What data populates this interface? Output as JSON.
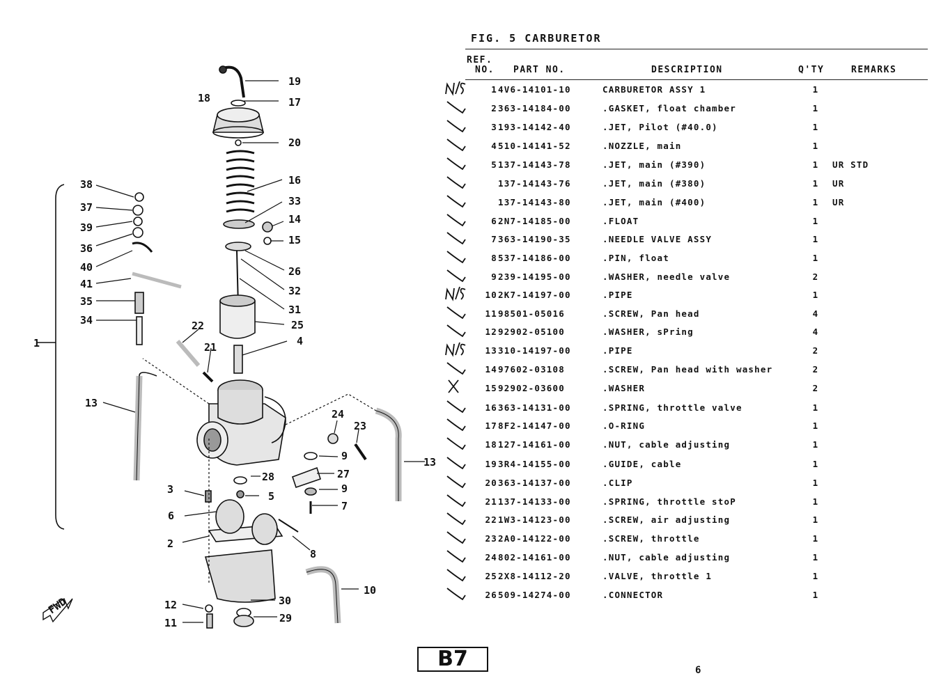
{
  "figure": {
    "title": "FIG. 5 CARBURETOR"
  },
  "header": {
    "ref_line1": "REF.",
    "ref_line2": "NO.",
    "part_no": "PART NO.",
    "description": "DESCRIPTION",
    "qty": "Q'TY",
    "remarks": "REMARKS"
  },
  "parts": [
    {
      "ref": "1",
      "part_no": "4V6-14101-10",
      "description": "CARBURETOR ASSY 1",
      "qty": "1",
      "remarks": "",
      "mark": "N/S"
    },
    {
      "ref": "2",
      "part_no": "363-14184-00",
      "description": ".GASKET, float chamber",
      "qty": "1",
      "remarks": "",
      "mark": "check"
    },
    {
      "ref": "3",
      "part_no": "193-14142-40",
      "description": ".JET, Pilot (#40.0)",
      "qty": "1",
      "remarks": "",
      "mark": "check"
    },
    {
      "ref": "4",
      "part_no": "510-14141-52",
      "description": ".NOZZLE, main",
      "qty": "1",
      "remarks": "",
      "mark": "check"
    },
    {
      "ref": "5",
      "part_no": "137-14143-78",
      "description": ".JET, main (#390)",
      "qty": "1",
      "remarks": "UR STD",
      "mark": "check"
    },
    {
      "ref": "",
      "part_no": "137-14143-76",
      "description": ".JET, main (#380)",
      "qty": "1",
      "remarks": "UR",
      "mark": "check"
    },
    {
      "ref": "",
      "part_no": "137-14143-80",
      "description": ".JET, main (#400)",
      "qty": "1",
      "remarks": "UR",
      "mark": "check"
    },
    {
      "ref": "6",
      "part_no": "2N7-14185-00",
      "description": ".FLOAT",
      "qty": "1",
      "remarks": "",
      "mark": "check"
    },
    {
      "ref": "7",
      "part_no": "363-14190-35",
      "description": ".NEEDLE VALVE ASSY",
      "qty": "1",
      "remarks": "",
      "mark": "check"
    },
    {
      "ref": "8",
      "part_no": "537-14186-00",
      "description": ".PIN, float",
      "qty": "1",
      "remarks": "",
      "mark": "check"
    },
    {
      "ref": "9",
      "part_no": "239-14195-00",
      "description": ".WASHER, needle valve",
      "qty": "2",
      "remarks": "",
      "mark": "check"
    },
    {
      "ref": "10",
      "part_no": "2K7-14197-00",
      "description": ".PIPE",
      "qty": "1",
      "remarks": "",
      "mark": "N/S"
    },
    {
      "ref": "11",
      "part_no": "98501-05016",
      "description": ".SCREW, Pan head",
      "qty": "4",
      "remarks": "",
      "mark": "check"
    },
    {
      "ref": "12",
      "part_no": "92902-05100",
      "description": ".WASHER, sPring",
      "qty": "4",
      "remarks": "",
      "mark": "check"
    },
    {
      "ref": "13",
      "part_no": "310-14197-00",
      "description": ".PIPE",
      "qty": "2",
      "remarks": "",
      "mark": "N/S"
    },
    {
      "ref": "14",
      "part_no": "97602-03108",
      "description": ".SCREW, Pan head with washer",
      "qty": "2",
      "remarks": "",
      "mark": "check"
    },
    {
      "ref": "15",
      "part_no": "92902-03600",
      "description": ".WASHER",
      "qty": "2",
      "remarks": "",
      "mark": "x"
    },
    {
      "ref": "16",
      "part_no": "363-14131-00",
      "description": ".SPRING, throttle valve",
      "qty": "1",
      "remarks": "",
      "mark": "check"
    },
    {
      "ref": "17",
      "part_no": "8F2-14147-00",
      "description": ".O-RING",
      "qty": "1",
      "remarks": "",
      "mark": "check"
    },
    {
      "ref": "18",
      "part_no": "127-14161-00",
      "description": ".NUT, cable adjusting",
      "qty": "1",
      "remarks": "",
      "mark": "check"
    },
    {
      "ref": "19",
      "part_no": "3R4-14155-00",
      "description": ".GUIDE, cable",
      "qty": "1",
      "remarks": "",
      "mark": "check"
    },
    {
      "ref": "20",
      "part_no": "363-14137-00",
      "description": ".CLIP",
      "qty": "1",
      "remarks": "",
      "mark": "check"
    },
    {
      "ref": "21",
      "part_no": "137-14133-00",
      "description": ".SPRING, throttle stoP",
      "qty": "1",
      "remarks": "",
      "mark": "check"
    },
    {
      "ref": "22",
      "part_no": "1W3-14123-00",
      "description": ".SCREW, air adjusting",
      "qty": "1",
      "remarks": "",
      "mark": "check"
    },
    {
      "ref": "23",
      "part_no": "2A0-14122-00",
      "description": ".SCREW, throttle",
      "qty": "1",
      "remarks": "",
      "mark": "check"
    },
    {
      "ref": "24",
      "part_no": "802-14161-00",
      "description": ".NUT, cable adjusting",
      "qty": "1",
      "remarks": "",
      "mark": "check"
    },
    {
      "ref": "25",
      "part_no": "2X8-14112-20",
      "description": ".VALVE, throttle 1",
      "qty": "1",
      "remarks": "",
      "mark": "check"
    },
    {
      "ref": "26",
      "part_no": "509-14274-00",
      "description": ".CONNECTOR",
      "qty": "1",
      "remarks": "",
      "mark": "check"
    }
  ],
  "diagram": {
    "callouts": [
      "1",
      "2",
      "3",
      "4",
      "5",
      "6",
      "7",
      "8",
      "9",
      "9",
      "10",
      "11",
      "12",
      "13",
      "13",
      "14",
      "15",
      "16",
      "17",
      "18",
      "19",
      "20",
      "21",
      "22",
      "23",
      "24",
      "25",
      "26",
      "27",
      "28",
      "29",
      "30",
      "31",
      "32",
      "33",
      "34",
      "35",
      "36",
      "37",
      "38",
      "39",
      "40",
      "41"
    ],
    "fwd_label": "FWD"
  },
  "footer": {
    "section_badge": "B7",
    "page_number": "6"
  }
}
